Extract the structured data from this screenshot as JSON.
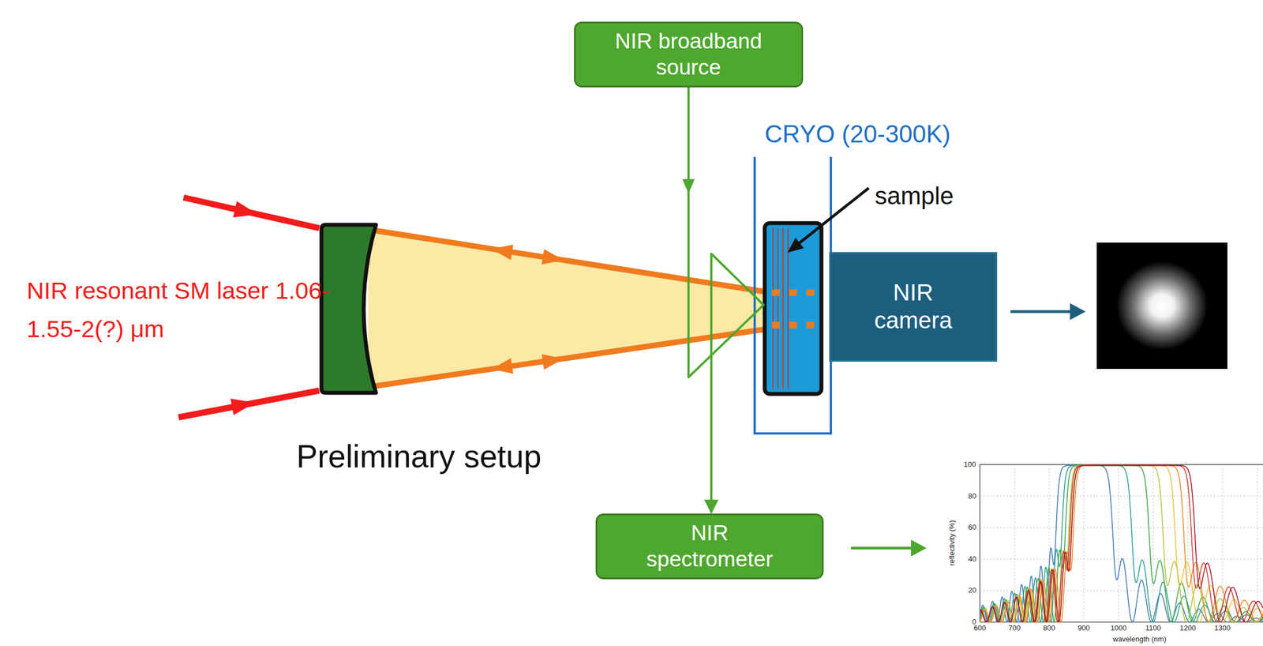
{
  "diagram": {
    "nodes": [
      {
        "text": [
          "NIR broadband source"
        ]
      },
      {
        "text": [
          "NIR camera"
        ]
      },
      {
        "text": [
          "NIR spectrometer"
        ]
      }
    ],
    "edges": [
      {
        "from": 0,
        "to": 2,
        "arrow": "to"
      }
    ],
    "labels": [
      "CRYO (20-300K)",
      "sample",
      "NIR resonant SM laser 1.06-1.55-2(?) μm",
      "Preliminary setup",
      "100",
      "80",
      "60",
      "40",
      "20",
      "0",
      "600",
      "700",
      "800",
      "900",
      "1000",
      "1100",
      "1200",
      "1300",
      "reflectivity (%)",
      "wavelength (nm)"
    ]
  }
}
